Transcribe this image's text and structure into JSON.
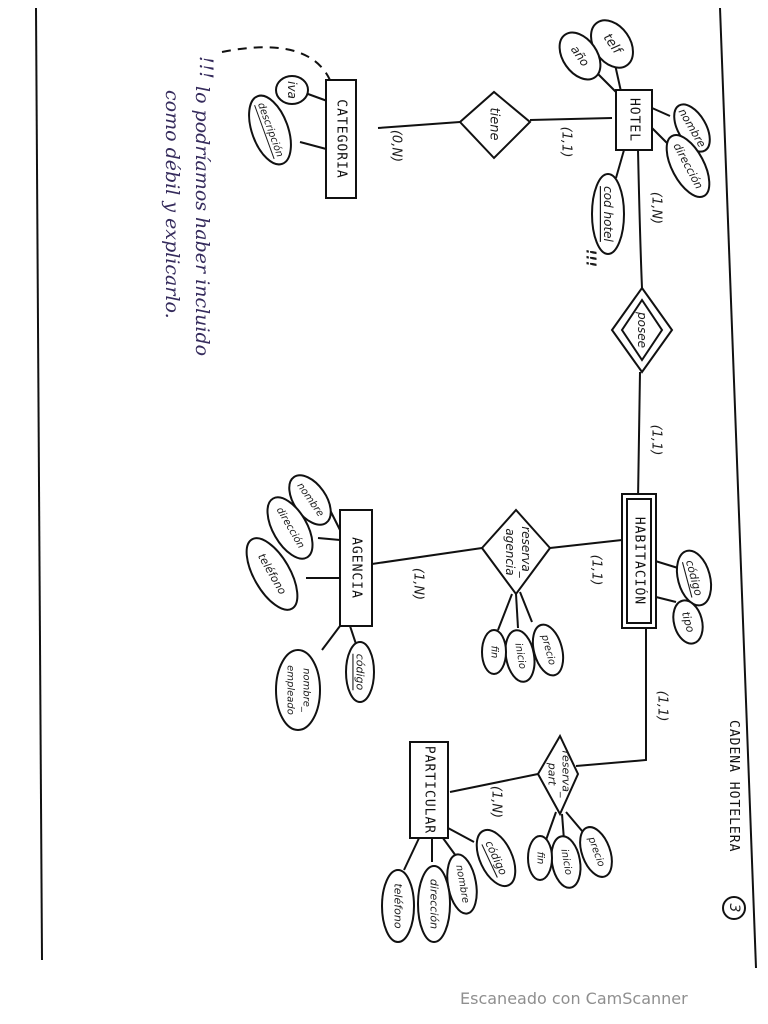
{
  "title": "CADENA HOTELERA",
  "page_number": "3",
  "entities": {
    "hotel": "HOTEL",
    "categoria": "CATEGORIA",
    "habitacion": "HABITACIÓN",
    "agencia": "AGENCIA",
    "particular": "PARTICULAR"
  },
  "relationships": {
    "tiene": "tiene",
    "posee": "posee",
    "reserva_agencia": [
      "reserva_",
      "agencia"
    ],
    "reserva_part": [
      "reserva_",
      "part"
    ]
  },
  "attributes": {
    "hotel": [
      "telf",
      "año",
      "nombre",
      "dirección",
      "cod hotel"
    ],
    "categoria": [
      "iva",
      "descripción"
    ],
    "habitacion": [
      "código",
      "tipo"
    ],
    "agencia": [
      "nombre",
      "dirección",
      "teléfono",
      "código",
      [
        "nombre_",
        "empleado"
      ]
    ],
    "reserva_agencia": [
      "precio",
      "inicio",
      "fin"
    ],
    "reserva_part": [
      "precio",
      "inicio",
      "fin"
    ],
    "particular": [
      "código",
      "nombre",
      "dirección",
      "teléfono"
    ]
  },
  "cardinalities": {
    "hotel_tiene": "(1,1)",
    "tiene_categoria": "(0,N)",
    "hotel_posee": "(1,N)",
    "posee_habitacion": "(1,1)",
    "habitacion_reserva_agencia": "(1,1)",
    "agencia_reserva_agencia": "(1,N)",
    "habitacion_reserva_part": "(1,1)",
    "particular_reserva_part": "(1,N)"
  },
  "key_marks": {
    "cod_hotel": "!!!",
    "note": "!!!"
  },
  "note": {
    "lines": [
      "lo podríamos haber incluido",
      "como débil y explicarlo."
    ]
  },
  "footer": "Escaneado con CamScanner"
}
